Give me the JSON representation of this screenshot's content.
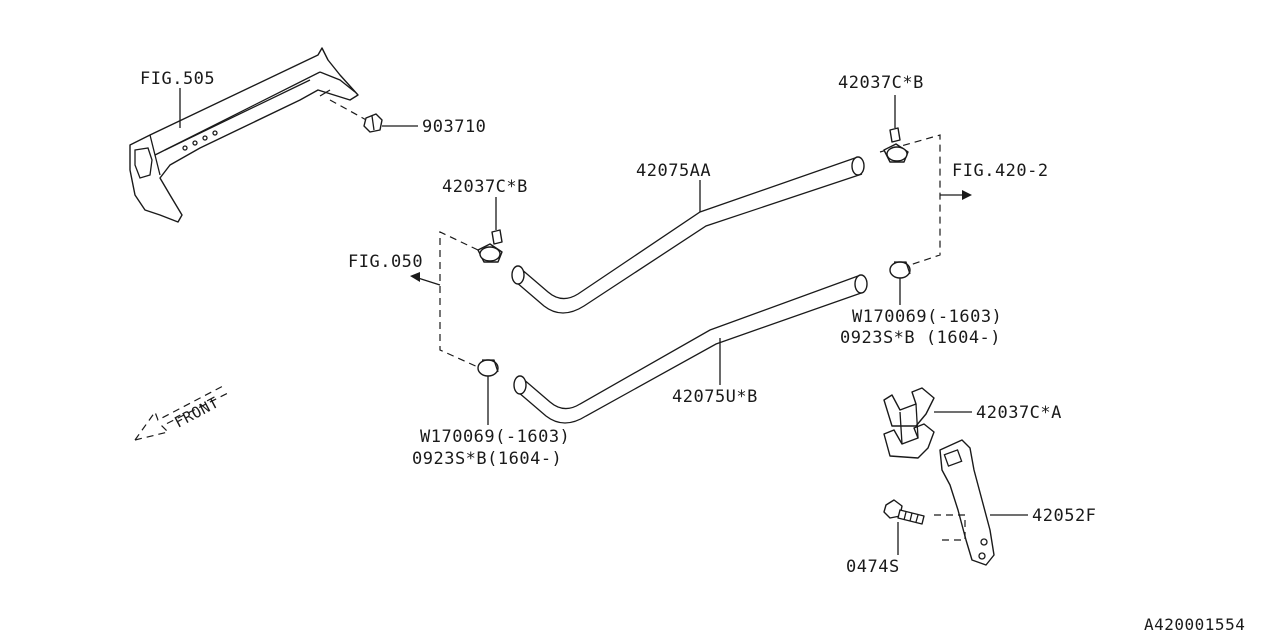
{
  "labels": {
    "fig505": "FIG.505",
    "p903710": "903710",
    "p42037cb_top": "42037C*B",
    "fig420_2": "FIG.420-2",
    "p42075aa": "42075AA",
    "p42037cb_left": "42037C*B",
    "fig050": "FIG.050",
    "w170069_right": "W170069(-1603)",
    "p0923sb_right": "0923S*B (1604-)",
    "p42075ub": "42075U*B",
    "w170069_left": "W170069(-1603)",
    "p0923sb_left": "0923S*B(1604-)",
    "p42037ca": "42037C*A",
    "p42052f": "42052F",
    "p0474s": "0474S",
    "front": "FRONT",
    "diagram_id": "A420001554"
  }
}
